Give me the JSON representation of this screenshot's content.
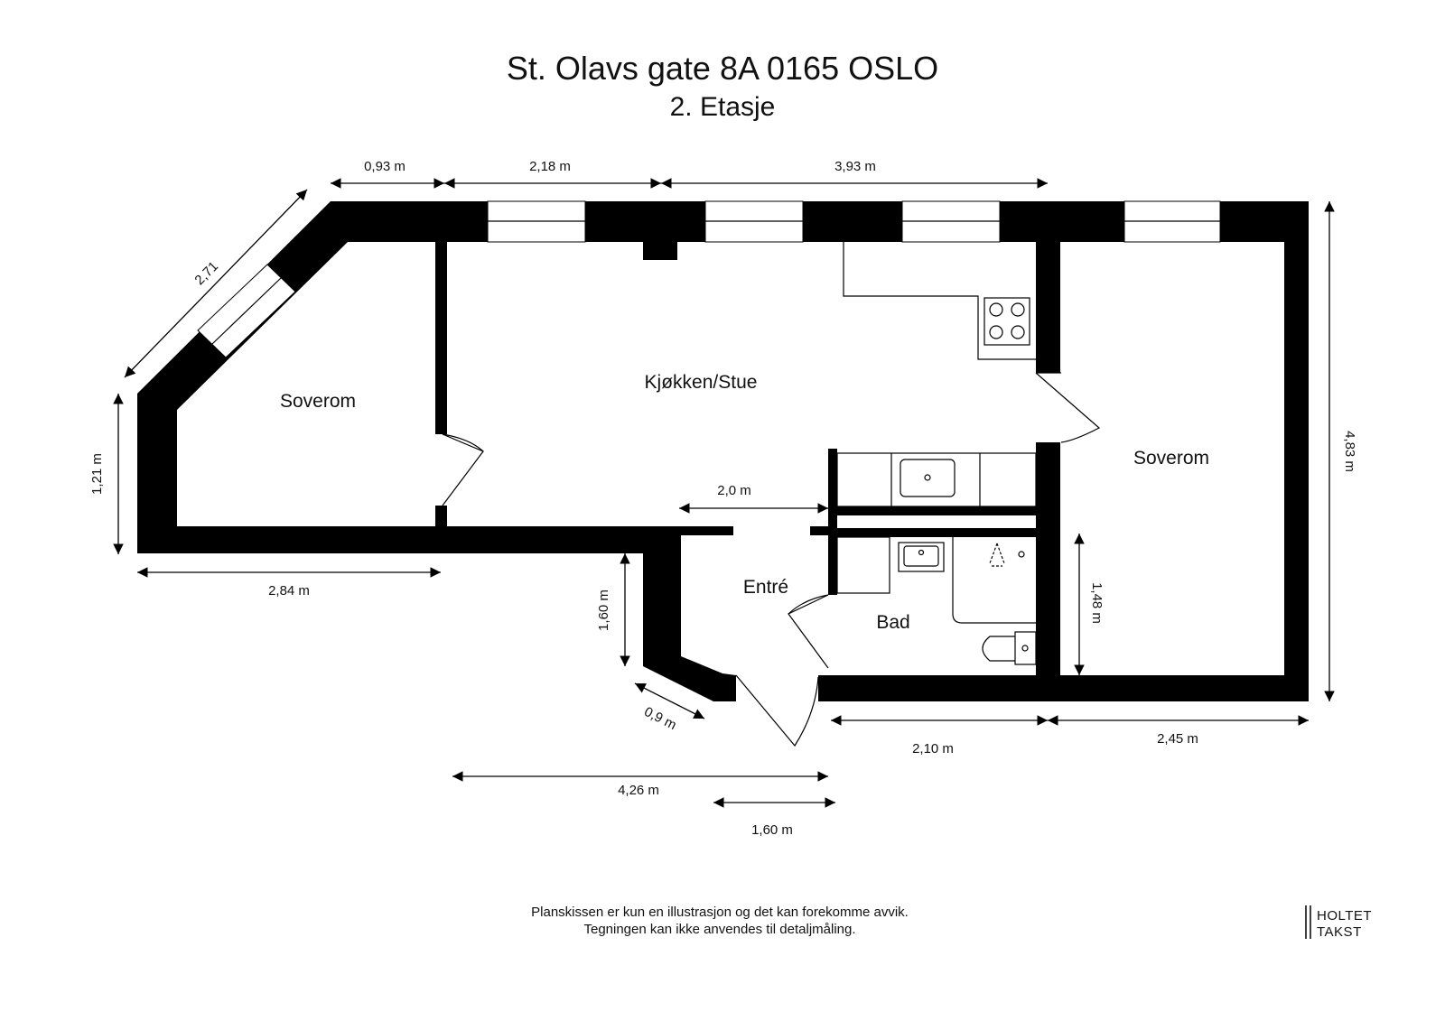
{
  "header": {
    "address": "St. Olavs gate 8A 0165 OSLO",
    "floor": "2. Etasje"
  },
  "rooms": {
    "bedroom_left": "Soverom",
    "kitchen_living": "Kjøkken/Stue",
    "bedroom_right": "Soverom",
    "entrance": "Entré",
    "bathroom": "Bad"
  },
  "dimensions": {
    "top_1": "0,93 m",
    "top_2": "2,18 m",
    "top_3": "3,93 m",
    "diagonal_top_left": "2,71",
    "left_height": "1,21 m",
    "bottom_left": "2,84 m",
    "right_height": "4,83 m",
    "inner_width": "2,0 m",
    "entrance_height": "1,60 m",
    "entrance_diagonal": "0,9 m",
    "bedroom_inner_height": "1,48 m",
    "bottom_bath": "2,10 m",
    "bottom_bedroom": "2,45 m",
    "bottom_total": "4,26 m",
    "bottom_entrance": "1,60 m"
  },
  "footer": {
    "disclaimer_line1": "Planskissen er kun en illustrasjon og det kan forekomme avvik.",
    "disclaimer_line2": "Tegningen kan ikke anvendes til detaljmåling."
  },
  "logo": {
    "line1": "HOLTET",
    "line2": "TAKST"
  }
}
